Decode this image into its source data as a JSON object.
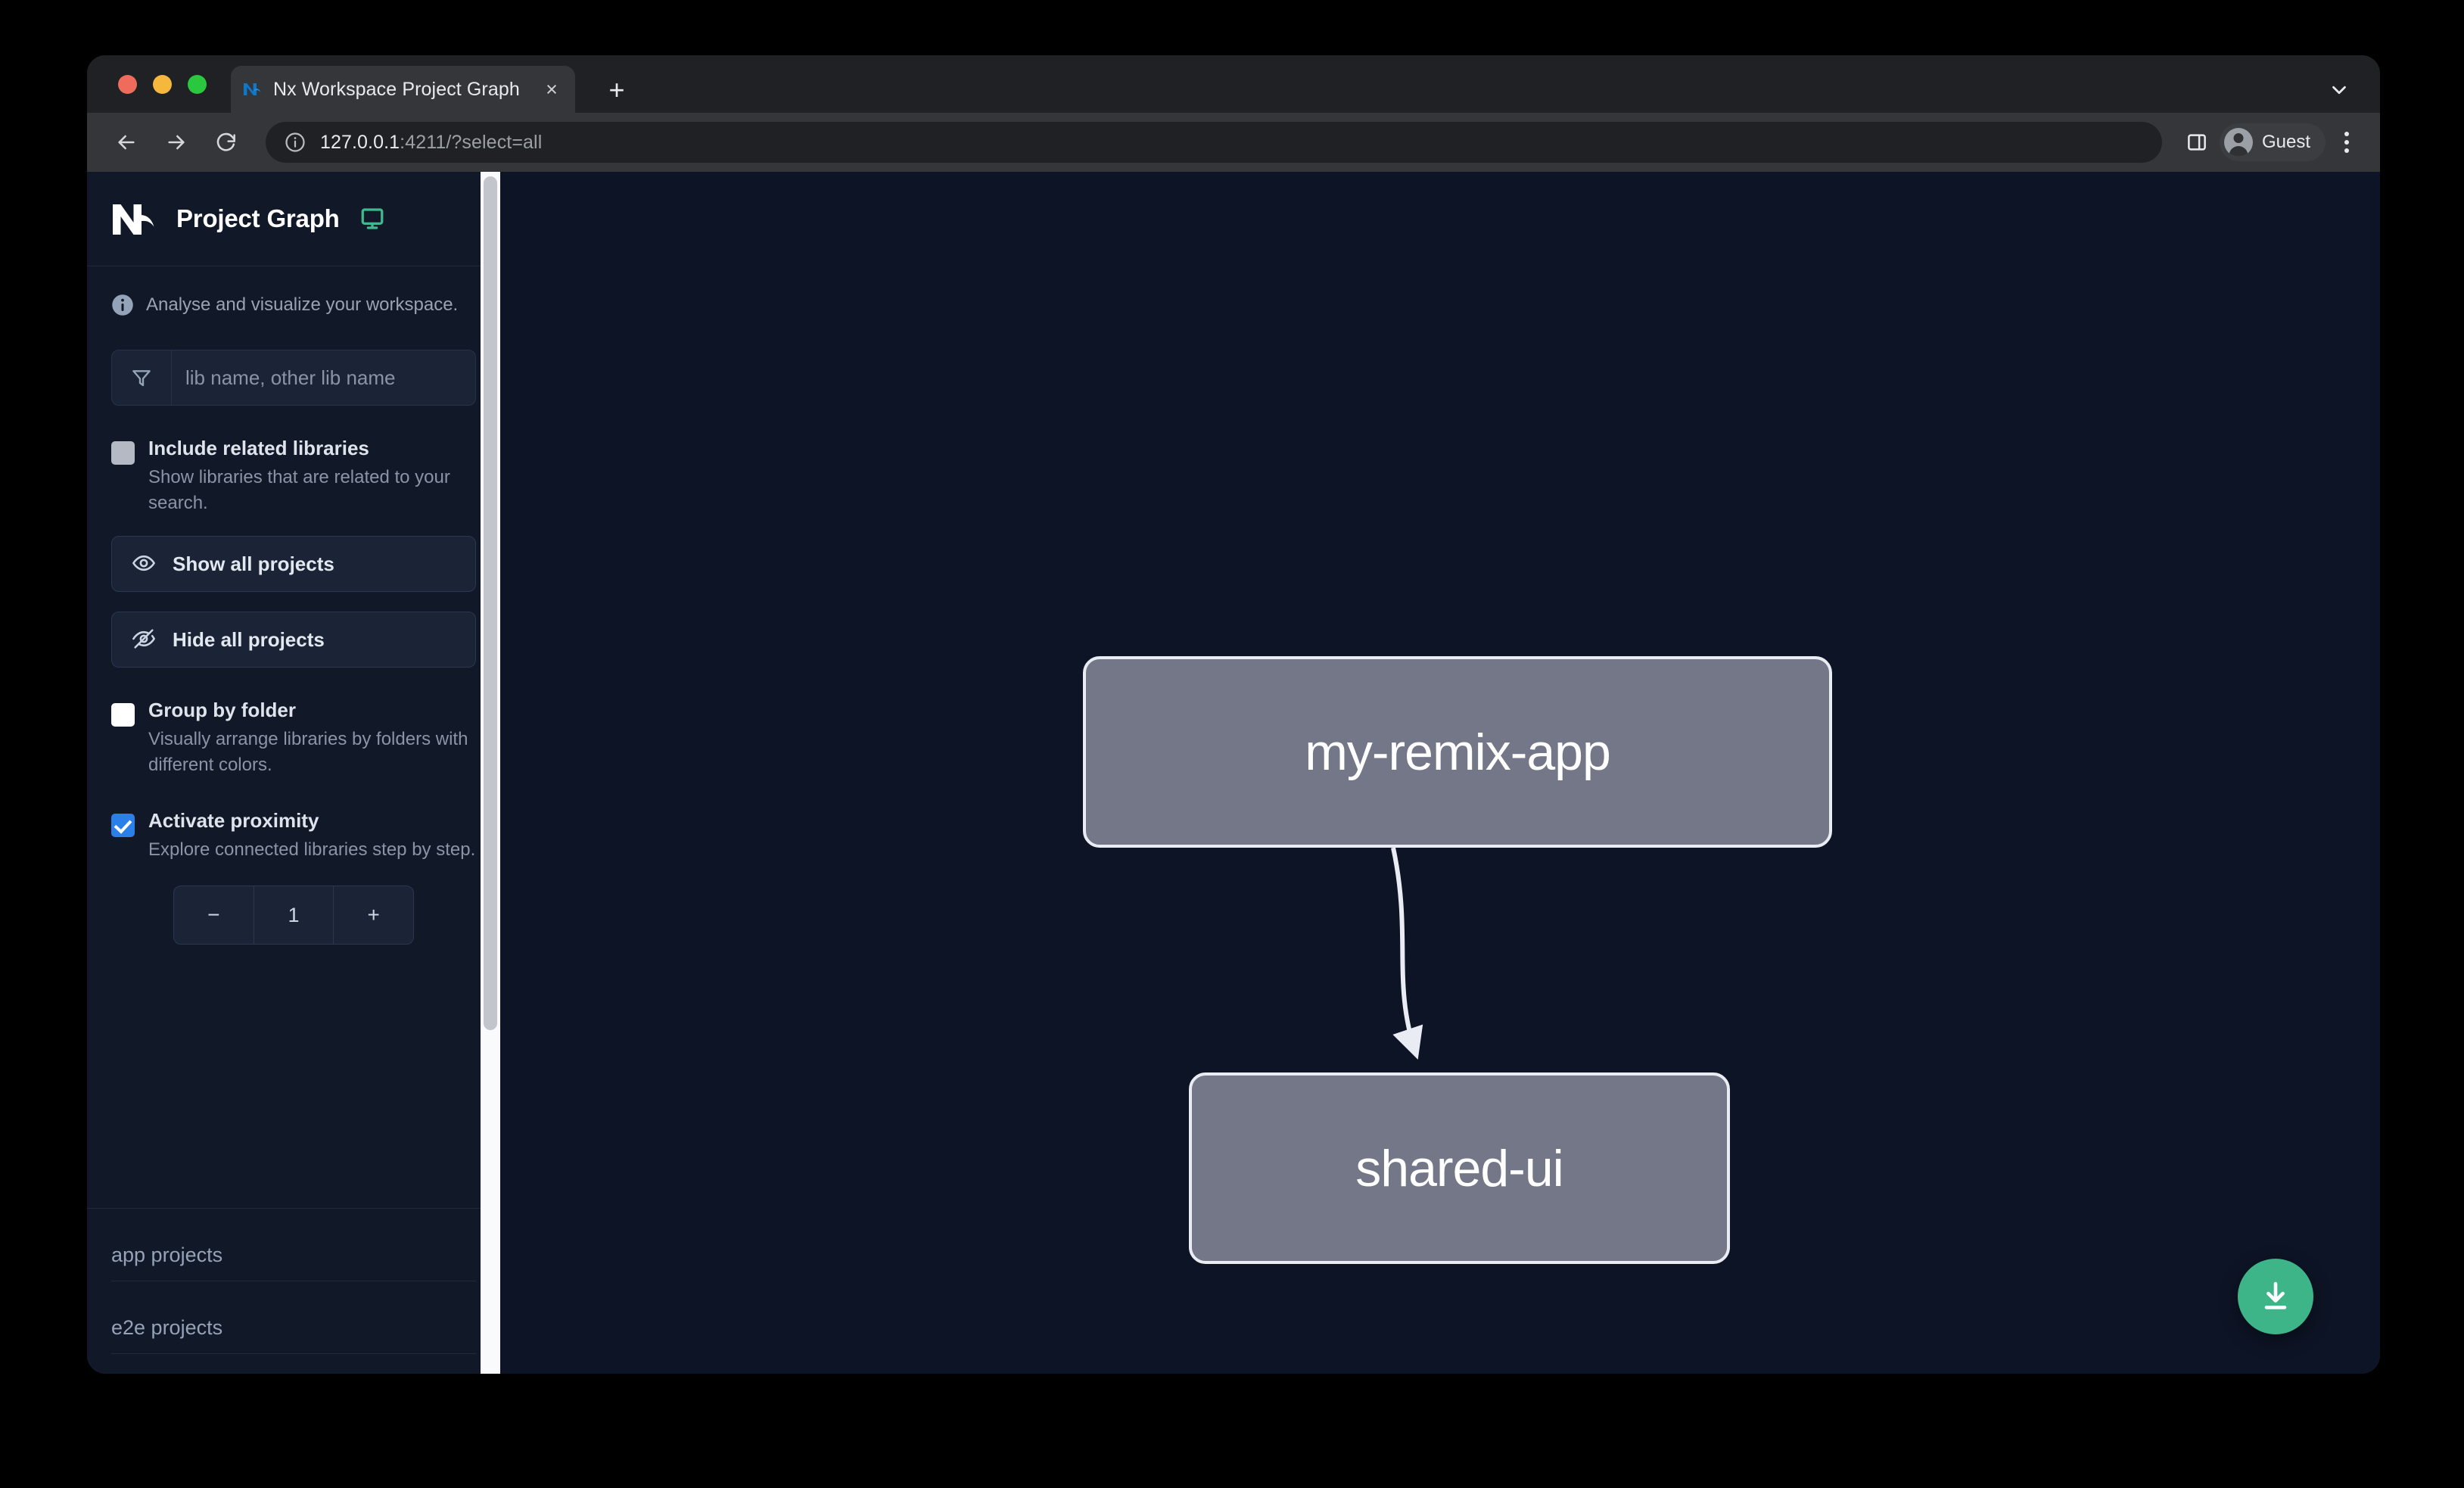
{
  "browser": {
    "tab": {
      "title": "Nx Workspace Project Graph",
      "favicon": "nx-favicon",
      "close": "×"
    },
    "new_tab_label": "+",
    "tabstrip_chevron": "chevron-down-icon",
    "omnibox": {
      "host": "127.0.0.1",
      "rest": ":4211/?select=all",
      "info_icon": "info-circle-icon"
    },
    "nav": {
      "back": "arrow-left-icon",
      "forward": "arrow-right-icon",
      "reload": "reload-icon"
    },
    "right": {
      "panel_icon": "side-panel-icon",
      "profile_label": "Guest",
      "avatar": "person-icon",
      "menu": "kebab-menu-icon"
    }
  },
  "sidebar": {
    "logo": "nx-logo",
    "title": "Project Graph",
    "monitor_icon": "monitor-icon",
    "note": {
      "icon": "info-icon",
      "text": "Analyse and visualize your workspace."
    },
    "filter": {
      "icon": "funnel-icon",
      "placeholder": "lib name, other lib name",
      "value": ""
    },
    "options": [
      {
        "id": "include-related-libraries",
        "label": "Include related libraries",
        "description": "Show libraries that are related to your search.",
        "checked": false,
        "style": "gray"
      },
      {
        "id": "group-by-folder",
        "label": "Group by folder",
        "description": "Visually arrange libraries by folders with different colors.",
        "checked": false,
        "style": "white"
      },
      {
        "id": "activate-proximity",
        "label": "Activate proximity",
        "description": "Explore connected libraries step by step.",
        "checked": true,
        "style": "blue"
      }
    ],
    "buttons": [
      {
        "id": "show-all-projects",
        "label": "Show all projects",
        "icon": "eye-icon"
      },
      {
        "id": "hide-all-projects",
        "label": "Hide all projects",
        "icon": "eye-off-icon"
      }
    ],
    "stepper": {
      "decrement": "−",
      "value": "1",
      "increment": "+"
    },
    "groups": [
      {
        "id": "app-projects",
        "title": "app projects"
      },
      {
        "id": "e2e-projects",
        "title": "e2e projects"
      }
    ]
  },
  "graph": {
    "nodes": [
      {
        "id": "my-remix-app",
        "label": "my-remix-app"
      },
      {
        "id": "shared-ui",
        "label": "shared-ui"
      }
    ],
    "edges": [
      {
        "from": "my-remix-app",
        "to": "shared-ui"
      }
    ],
    "download_button": {
      "icon": "download-icon"
    }
  },
  "colors": {
    "accent_green": "#3eb489",
    "checkbox_blue": "#2a7fe8",
    "node_fill": "#737787",
    "node_border": "#e9ecf3",
    "canvas": "#0d1425",
    "sidebar": "#111827"
  }
}
